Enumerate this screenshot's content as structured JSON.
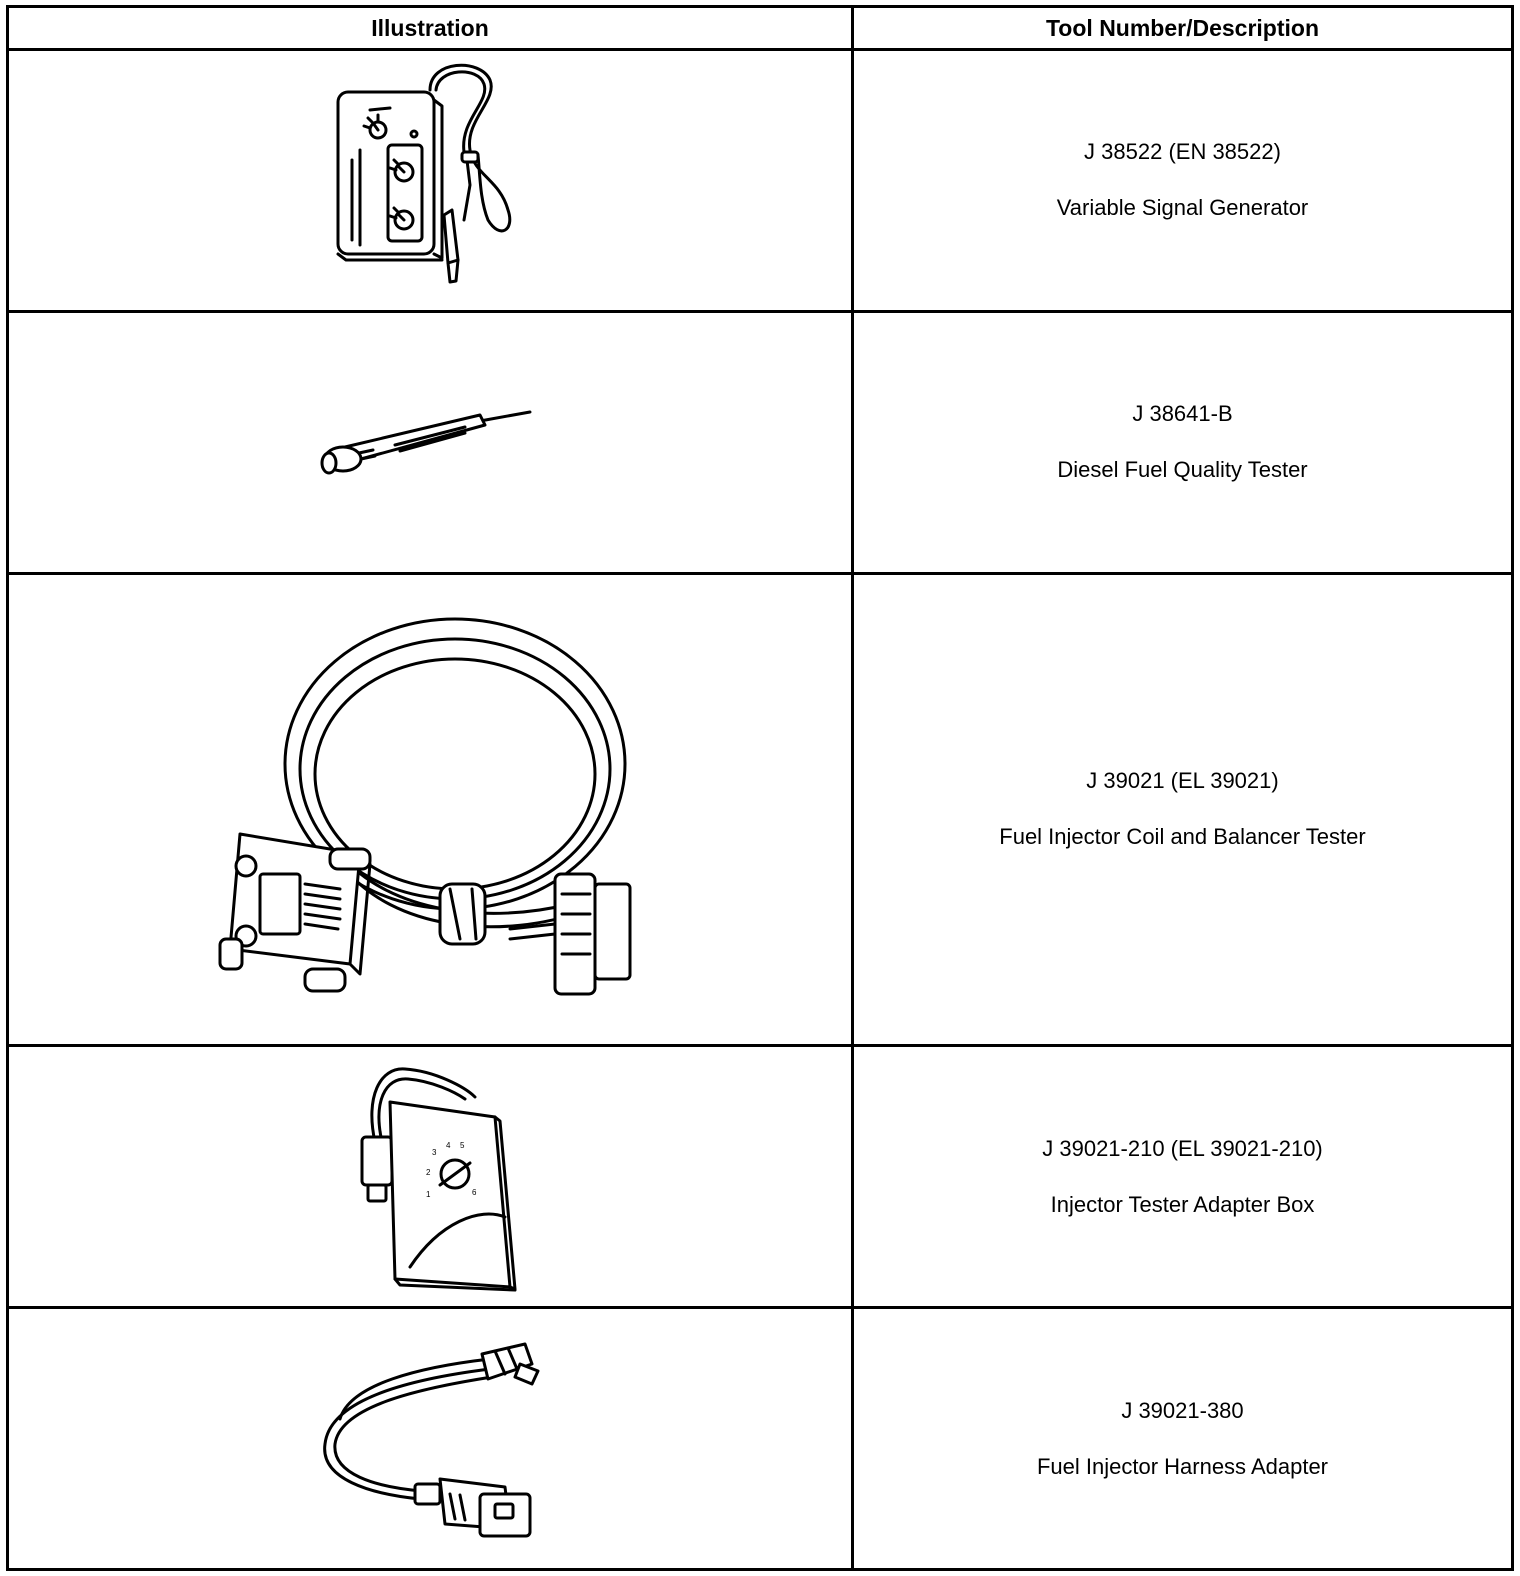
{
  "table": {
    "headers": {
      "illustration": "Illustration",
      "tool": "Tool Number/Description"
    },
    "rows": [
      {
        "icon": "variable-signal-generator-illustration",
        "number": "J 38522 (EN 38522)",
        "description": "Variable Signal Generator"
      },
      {
        "icon": "diesel-fuel-quality-tester-illustration",
        "number": "J 38641-B",
        "description": "Diesel Fuel Quality Tester"
      },
      {
        "icon": "injector-coil-balancer-tester-illustration",
        "number": "J 39021 (EL 39021)",
        "description": "Fuel Injector Coil and Balancer Tester"
      },
      {
        "icon": "injector-tester-adapter-box-illustration",
        "number": "J 39021-210 (EL 39021-210)",
        "description": "Injector Tester Adapter Box"
      },
      {
        "icon": "fuel-injector-harness-adapter-illustration",
        "number": "J 39021-380",
        "description": "Fuel Injector Harness Adapter"
      }
    ],
    "dial_numbers": [
      "1",
      "2",
      "3",
      "4",
      "5",
      "6"
    ]
  }
}
